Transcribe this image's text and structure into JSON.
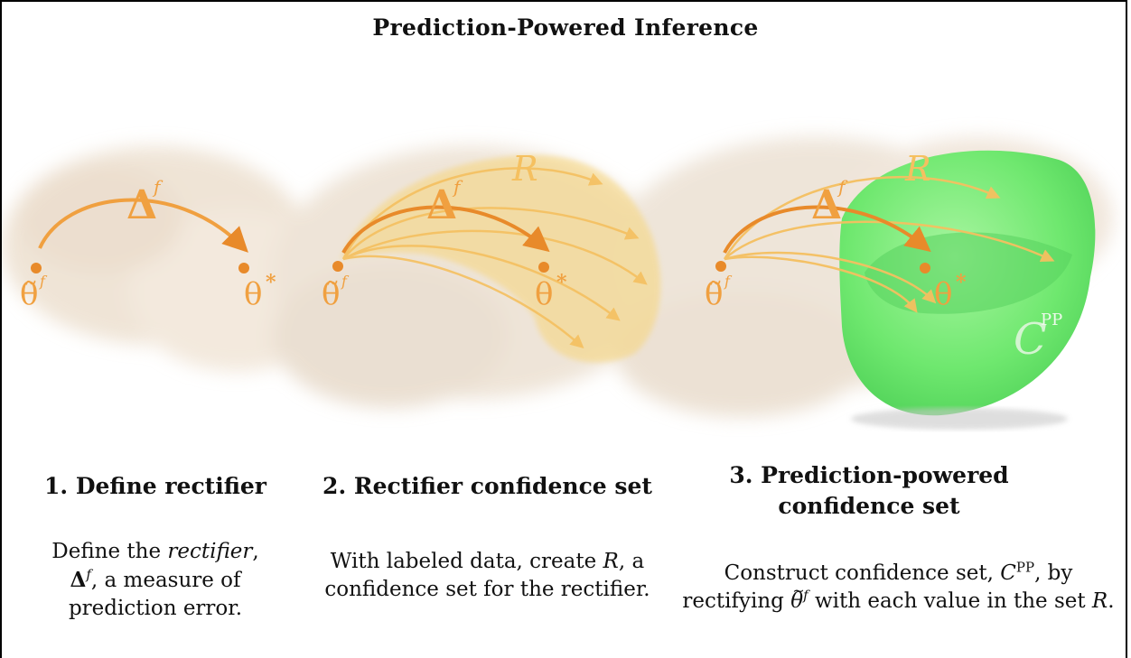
{
  "title": "Prediction-Powered Inference",
  "colors": {
    "orange": "#f0a040",
    "orange_dark": "#e88a2a",
    "yellow_fill": "#f7d57a",
    "green_fill": "#6fe86f",
    "smudge": "#e8d9c8"
  },
  "illustration": {
    "panel1": {
      "delta_label": "Δ",
      "delta_sup": "f",
      "theta_tilde": "θ̃",
      "theta_tilde_sup": "f",
      "theta_star": "θ",
      "theta_star_sup": "*"
    },
    "panel2": {
      "set_label": "R",
      "delta_label": "Δ",
      "delta_sup": "f",
      "theta_tilde": "θ̃",
      "theta_tilde_sup": "f",
      "theta_star": "θ",
      "theta_star_sup": "*"
    },
    "panel3": {
      "set_label": "R",
      "delta_label": "Δ",
      "delta_sup": "f",
      "theta_tilde": "θ̃",
      "theta_tilde_sup": "f",
      "theta_star": "θ",
      "theta_star_sup": "*",
      "cpp_label": "C",
      "cpp_sup": "PP"
    }
  },
  "panels": [
    {
      "title": "1. Define rectifier",
      "desc": {
        "part1": "Define the ",
        "rectifier_word": "rectifier",
        "part2": ",",
        "delta": "Δ",
        "delta_sup": "f",
        "part3": ", a measure of prediction error."
      }
    },
    {
      "title": "2. Rectifier confidence set",
      "desc": {
        "part1": "With labeled data, create ",
        "set": "R",
        "part2": ", a confidence set for the rectifier."
      }
    },
    {
      "title": "3. Prediction-powered confidence set",
      "desc": {
        "part1": "Construct confidence set, ",
        "cpp": "C",
        "cpp_sup": "PP",
        "part2": ", by rectifying ",
        "theta": "θ",
        "theta_sup": "f",
        "part3": " with each value in the set ",
        "set": "R",
        "part4": "."
      }
    }
  ]
}
